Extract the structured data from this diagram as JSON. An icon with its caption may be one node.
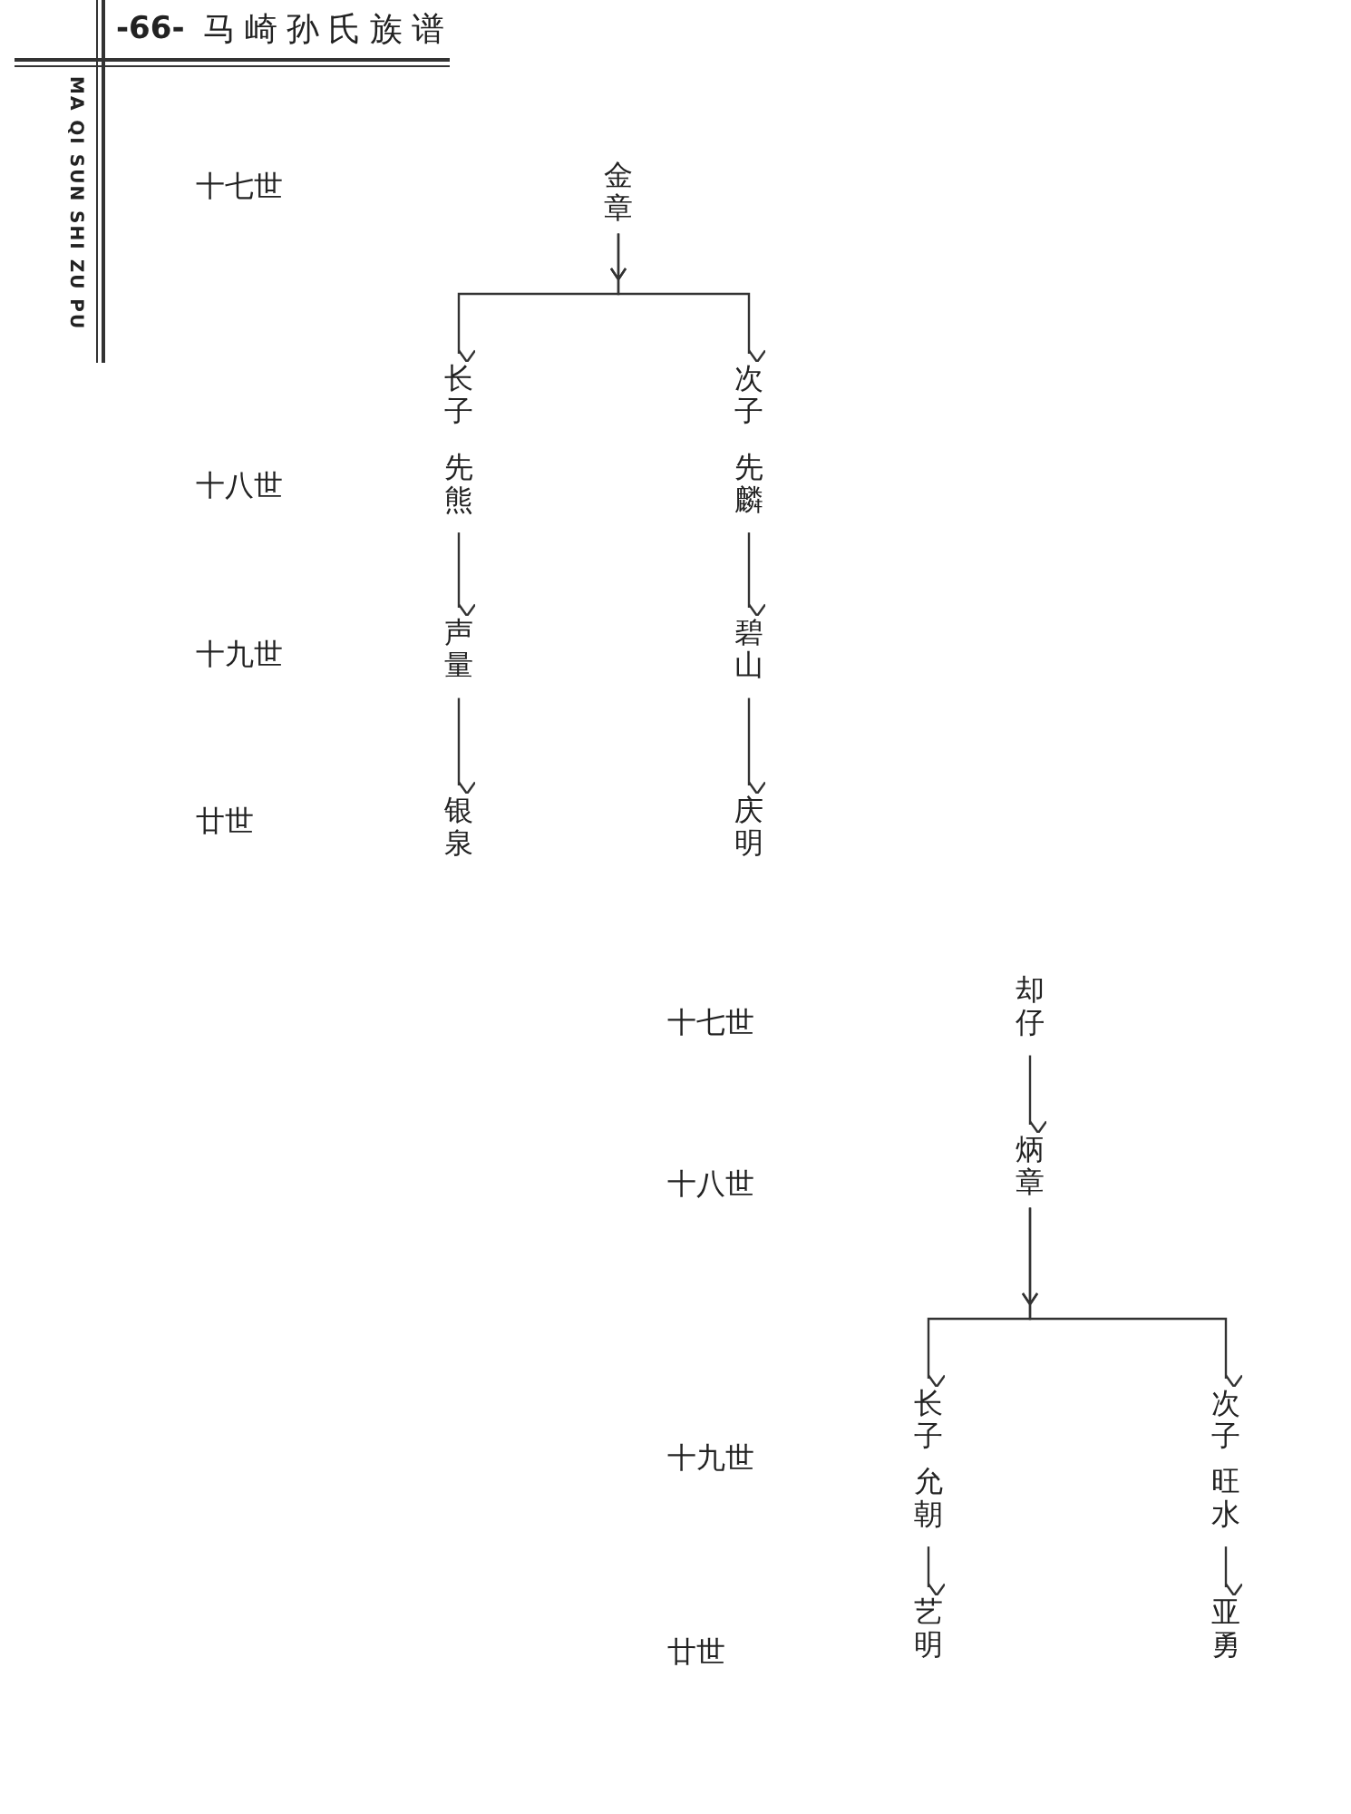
{
  "diagram": {
    "title": "马崎孙氏族谱",
    "nodes": [
      {
        "text": [
          "金章"
        ]
      },
      {
        "text": [
          "长子",
          "先熊"
        ]
      },
      {
        "text": [
          "次子",
          "先麟"
        ]
      },
      {
        "text": [
          "声量"
        ]
      },
      {
        "text": [
          "碧山"
        ]
      },
      {
        "text": [
          "银泉"
        ]
      },
      {
        "text": [
          "庆明"
        ]
      },
      {
        "text": [
          "却仔"
        ]
      },
      {
        "text": [
          "炳章"
        ]
      },
      {
        "text": [
          "长子",
          "允朝"
        ]
      },
      {
        "text": [
          "次子",
          "旺水"
        ]
      },
      {
        "text": [
          "艺明"
        ]
      },
      {
        "text": [
          "亚勇"
        ]
      }
    ],
    "edges": [
      {
        "from": 0,
        "to": 1,
        "arrow": "to"
      },
      {
        "from": 0,
        "to": 2,
        "arrow": "to"
      },
      {
        "from": 1,
        "to": 3,
        "arrow": "to"
      },
      {
        "from": 2,
        "to": 4,
        "arrow": "to"
      },
      {
        "from": 3,
        "to": 5,
        "arrow": "to"
      },
      {
        "from": 4,
        "to": 6,
        "arrow": "to"
      },
      {
        "from": 7,
        "to": 8,
        "arrow": "to"
      },
      {
        "from": 8,
        "to": 9,
        "arrow": "to"
      },
      {
        "from": 8,
        "to": 10,
        "arrow": "to"
      },
      {
        "from": 9,
        "to": 11,
        "arrow": "to"
      },
      {
        "from": 10,
        "to": 12,
        "arrow": "to"
      }
    ],
    "labels": [
      "-66-",
      "MA QI SUN SHI ZU PU",
      "十七世",
      "十八世",
      "十九世",
      "廿世",
      "十七世",
      "十八世",
      "十九世",
      "廿世"
    ]
  }
}
